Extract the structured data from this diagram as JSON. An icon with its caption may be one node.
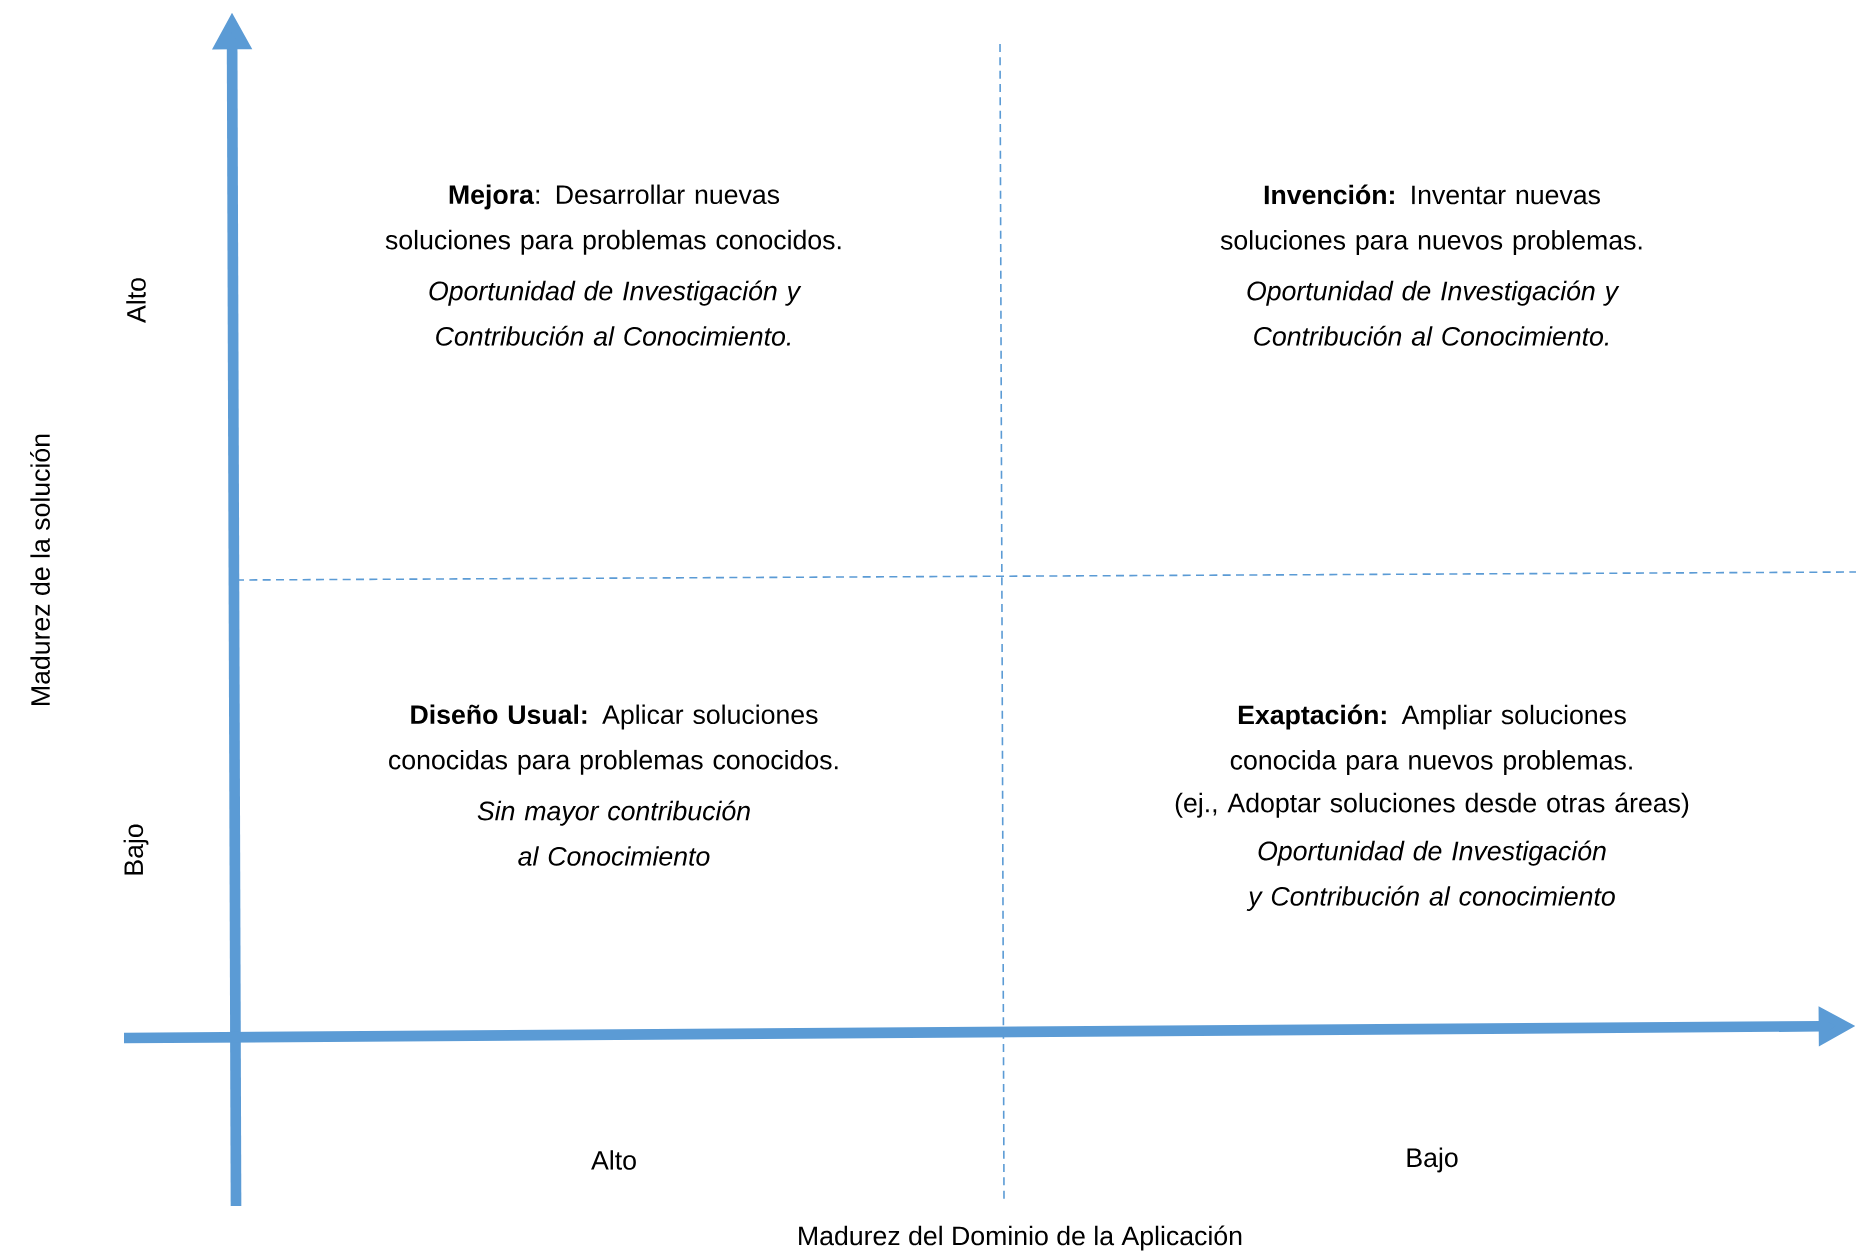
{
  "diagram": {
    "labels": [
      "Alto",
      "**Mejora**: Desarrollar nuevas soluciones para problemas conocidos.",
      "Oportunidad de Investigación y Contribución al Conocimiento.",
      "**Invención:** Inventar nuevas soluciones para nuevos problemas.",
      "Oportunidad de Investigación y Contribución al Conocimiento.",
      "Madurez de la solución",
      "**Diseño Usual:** Aplicar soluciones conocidas para problemas conocidos.",
      "Sin mayor contribución al Conocimiento",
      "**Exaptación:** Ampliar soluciones conocida para nuevos problemas.",
      "(ej., Adoptar soluciones desde otras áreas)",
      "Oportunidad de Investigación y Contribución al conocimiento",
      "Bajo",
      "Alto",
      "Bajo",
      "Madurez del Dominio de la Aplicación"
    ]
  }
}
